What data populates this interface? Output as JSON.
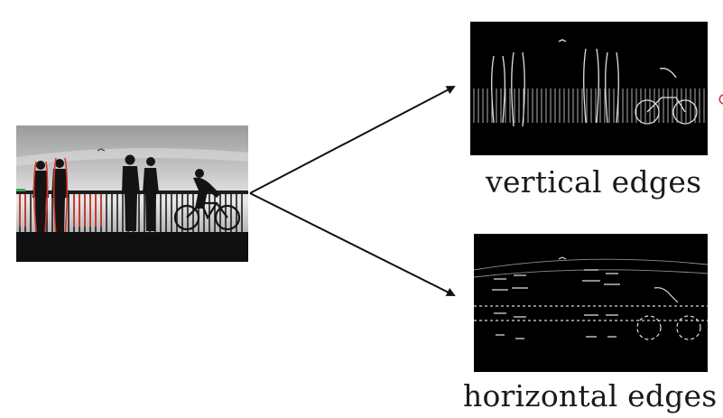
{
  "figure": {
    "captions": {
      "vertical": "vertical edges",
      "horizontal": "horizontal edges"
    },
    "panels": [
      {
        "id": "input-photo",
        "content": "input-photo"
      },
      {
        "id": "vertical-edge-map",
        "content": "vertical-edge-map"
      },
      {
        "id": "horizontal-edge-map",
        "content": "horizontal-edge-map"
      }
    ],
    "colors": {
      "annotation_red": "#d9342b",
      "edge_map_background": "#000000",
      "edge_lines": "#cfcfcf",
      "arrow": "#111111"
    }
  }
}
